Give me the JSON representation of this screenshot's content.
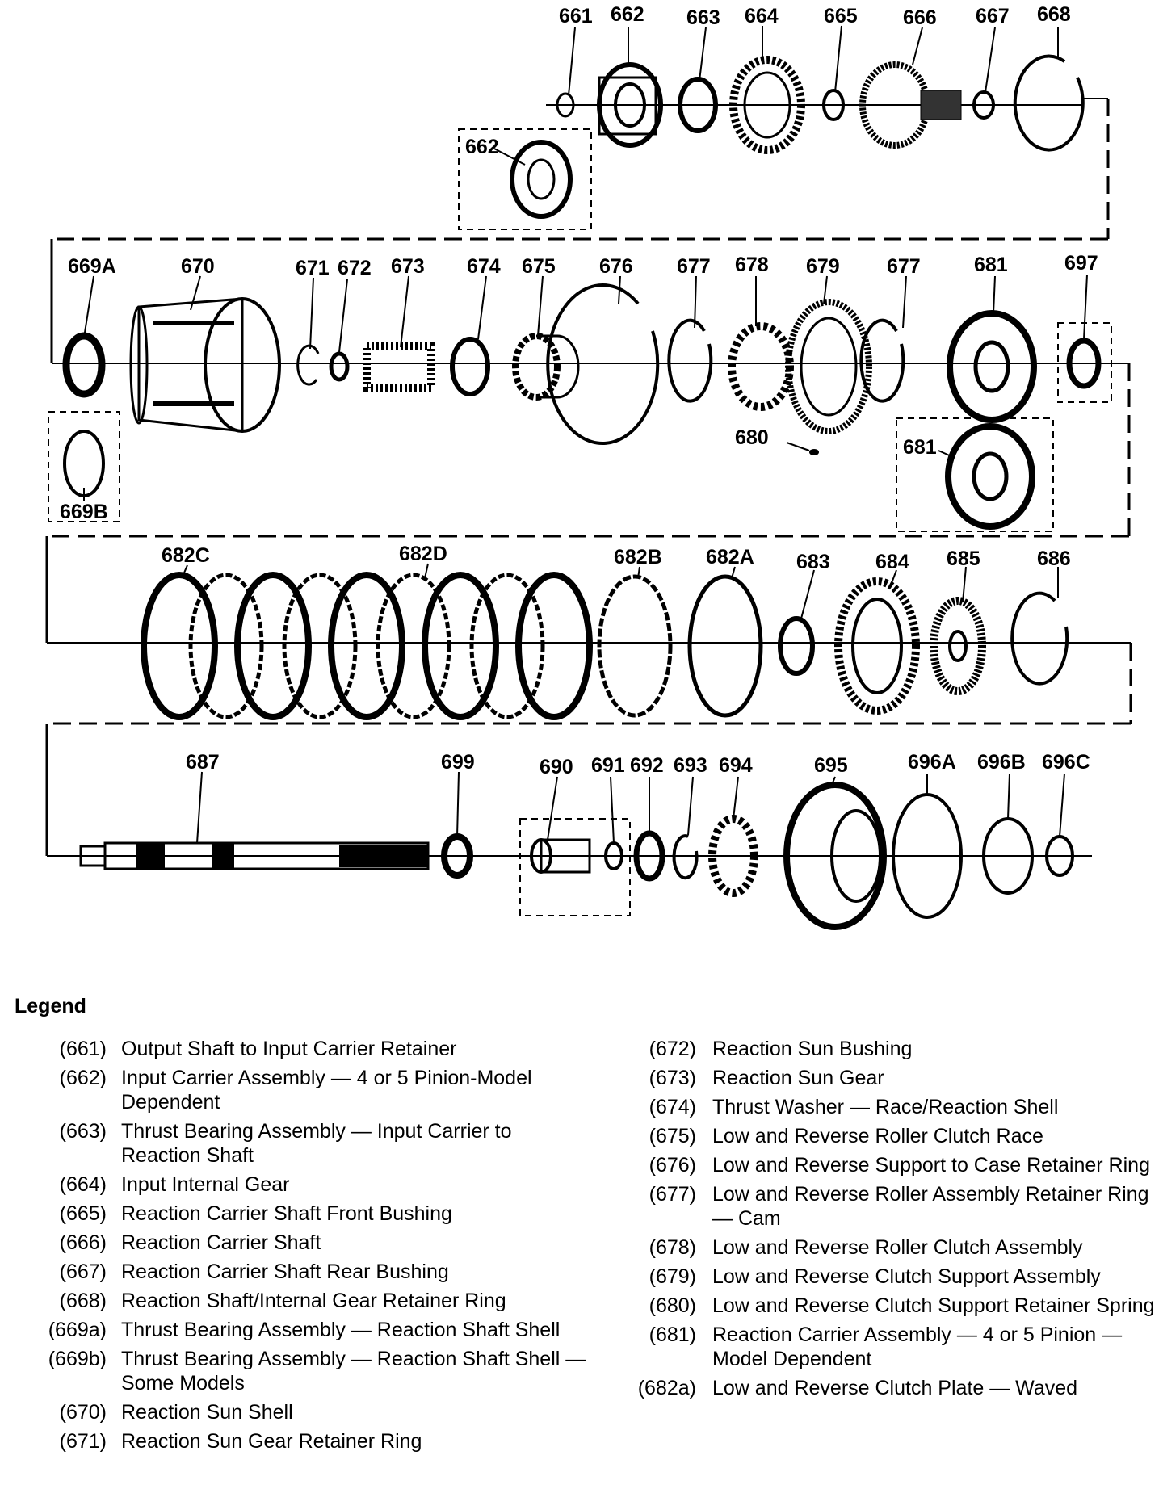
{
  "callouts": [
    {
      "id": "661",
      "text": "661"
    },
    {
      "id": "662",
      "text": "662"
    },
    {
      "id": "663",
      "text": "663"
    },
    {
      "id": "664",
      "text": "664"
    },
    {
      "id": "665",
      "text": "665"
    },
    {
      "id": "666",
      "text": "666"
    },
    {
      "id": "667",
      "text": "667"
    },
    {
      "id": "668",
      "text": "668"
    },
    {
      "id": "662-alt",
      "text": "662"
    },
    {
      "id": "669A",
      "text": "669A"
    },
    {
      "id": "670",
      "text": "670"
    },
    {
      "id": "671",
      "text": "671"
    },
    {
      "id": "672",
      "text": "672"
    },
    {
      "id": "673",
      "text": "673"
    },
    {
      "id": "674",
      "text": "674"
    },
    {
      "id": "675",
      "text": "675"
    },
    {
      "id": "676",
      "text": "676"
    },
    {
      "id": "677a",
      "text": "677"
    },
    {
      "id": "678",
      "text": "678"
    },
    {
      "id": "679",
      "text": "679"
    },
    {
      "id": "677b",
      "text": "677"
    },
    {
      "id": "681",
      "text": "681"
    },
    {
      "id": "697",
      "text": "697"
    },
    {
      "id": "680",
      "text": "680"
    },
    {
      "id": "681-alt",
      "text": "681"
    },
    {
      "id": "669B",
      "text": "669B"
    },
    {
      "id": "682C",
      "text": "682C"
    },
    {
      "id": "682D",
      "text": "682D"
    },
    {
      "id": "682B",
      "text": "682B"
    },
    {
      "id": "682A",
      "text": "682A"
    },
    {
      "id": "683",
      "text": "683"
    },
    {
      "id": "684",
      "text": "684"
    },
    {
      "id": "685",
      "text": "685"
    },
    {
      "id": "686",
      "text": "686"
    },
    {
      "id": "687",
      "text": "687"
    },
    {
      "id": "699",
      "text": "699"
    },
    {
      "id": "690",
      "text": "690"
    },
    {
      "id": "691",
      "text": "691"
    },
    {
      "id": "692",
      "text": "692"
    },
    {
      "id": "693",
      "text": "693"
    },
    {
      "id": "694",
      "text": "694"
    },
    {
      "id": "695",
      "text": "695"
    },
    {
      "id": "696A",
      "text": "696A"
    },
    {
      "id": "696B",
      "text": "696B"
    },
    {
      "id": "696C",
      "text": "696C"
    }
  ],
  "legend": {
    "title": "Legend",
    "left": [
      {
        "num": "(661)",
        "desc": "Output Shaft to Input Carrier Retainer"
      },
      {
        "num": "(662)",
        "desc": "Input Carrier Assembly — 4 or 5 Pinion-Model Dependent"
      },
      {
        "num": "(663)",
        "desc": "Thrust Bearing Assembly — Input Carrier to Reaction Shaft"
      },
      {
        "num": "(664)",
        "desc": "Input Internal Gear"
      },
      {
        "num": "(665)",
        "desc": "Reaction Carrier Shaft Front Bushing"
      },
      {
        "num": "(666)",
        "desc": "Reaction Carrier Shaft"
      },
      {
        "num": "(667)",
        "desc": "Reaction Carrier Shaft Rear Bushing"
      },
      {
        "num": "(668)",
        "desc": "Reaction Shaft/Internal Gear Retainer Ring"
      },
      {
        "num": "(669a)",
        "desc": "Thrust Bearing Assembly — Reaction Shaft Shell"
      },
      {
        "num": "(669b)",
        "desc": "Thrust Bearing Assembly — Reaction Shaft Shell — Some Models"
      },
      {
        "num": "(670)",
        "desc": "Reaction Sun Shell"
      },
      {
        "num": "(671)",
        "desc": "Reaction Sun Gear Retainer Ring"
      }
    ],
    "right": [
      {
        "num": "(672)",
        "desc": "Reaction Sun Bushing"
      },
      {
        "num": "(673)",
        "desc": "Reaction Sun Gear"
      },
      {
        "num": "(674)",
        "desc": "Thrust Washer — Race/Reaction Shell"
      },
      {
        "num": "(675)",
        "desc": "Low and Reverse Roller Clutch Race"
      },
      {
        "num": "(676)",
        "desc": "Low and Reverse Support to Case Retainer Ring"
      },
      {
        "num": "(677)",
        "desc": "Low and Reverse Roller Assembly Retainer Ring — Cam"
      },
      {
        "num": "(678)",
        "desc": "Low and Reverse Roller Clutch Assembly"
      },
      {
        "num": "(679)",
        "desc": "Low and Reverse Clutch Support Assembly"
      },
      {
        "num": "(680)",
        "desc": "Low and Reverse Clutch Support Retainer Spring"
      },
      {
        "num": "(681)",
        "desc": "Reaction Carrier Assembly — 4 or 5 Pinion — Model Dependent"
      },
      {
        "num": "(682a)",
        "desc": "Low and Reverse Clutch Plate — Waved"
      }
    ]
  }
}
